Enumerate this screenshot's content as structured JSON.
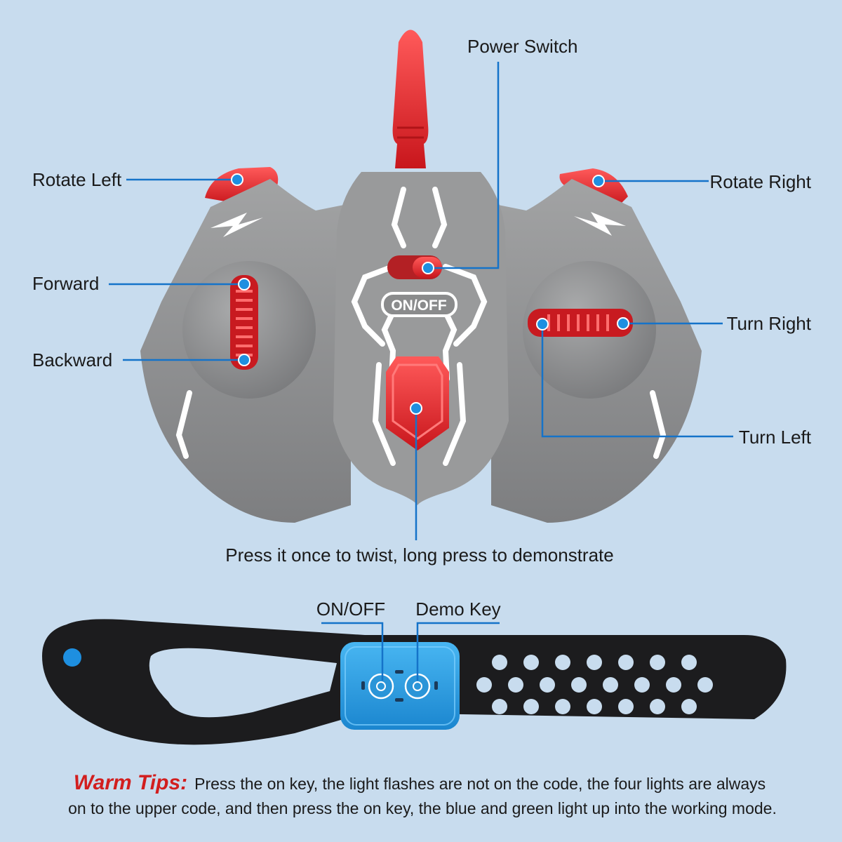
{
  "colors": {
    "background": "#c8dcee",
    "body_gray": "#8f9091",
    "accent_red": "#e3262c",
    "callout_blue": "#1573c9",
    "dot_blue": "#1e8fe0",
    "strap_black": "#1c1c1e",
    "module_blue": "#2aa0e6",
    "tips_red": "#d21e1e"
  },
  "controller": {
    "onoff_label": "ON/OFF",
    "callouts": {
      "power_switch": "Power Switch",
      "rotate_left": "Rotate Left",
      "rotate_right": "Rotate Right",
      "forward": "Forward",
      "backward": "Backward",
      "turn_right": "Turn Right",
      "turn_left": "Turn Left",
      "center_button": "Press it once to twist, long press to demonstrate"
    }
  },
  "wristband": {
    "callouts": {
      "onoff": "ON/OFF",
      "demo_key": "Demo Key"
    }
  },
  "tips": {
    "label": "Warm Tips:",
    "line1": "Press the on key, the light flashes are not on the code, the four lights are always",
    "line2": "on to the upper code, and then press the on key, the blue and green light up into the working mode."
  }
}
